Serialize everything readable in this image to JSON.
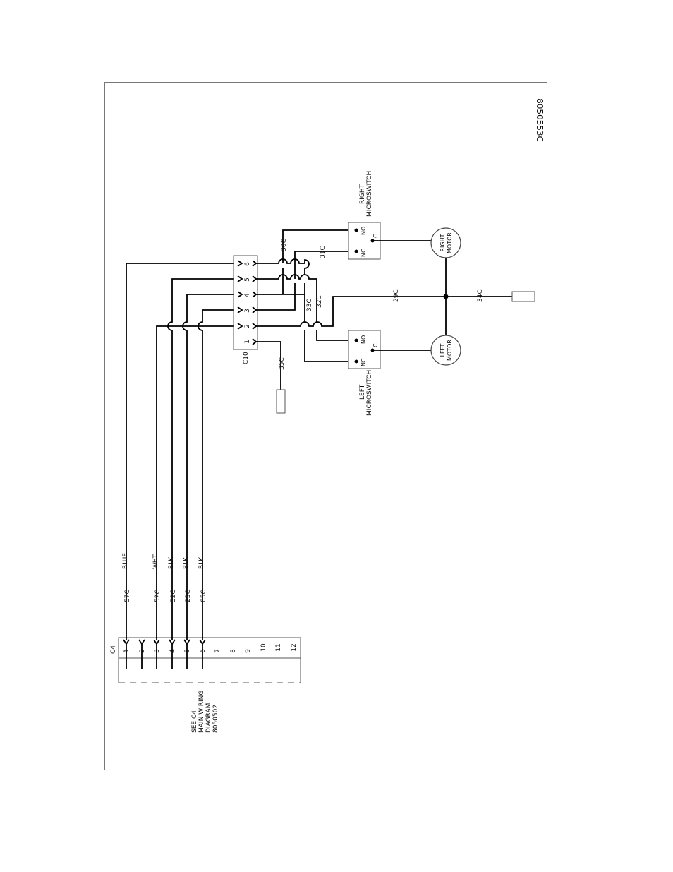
{
  "drawing_number": "8050553C",
  "connector_c4": {
    "label": "C4",
    "pins": [
      "1",
      "2",
      "3",
      "4",
      "5",
      "6",
      "7",
      "8",
      "9",
      "10",
      "11",
      "12"
    ]
  },
  "connector_c10": {
    "label": "C10",
    "pins": [
      "1",
      "2",
      "3",
      "4",
      "5",
      "6"
    ]
  },
  "see_note": [
    "SEE C4",
    "MAIN WIRING",
    "DIAGRAM",
    "8050502"
  ],
  "wires": [
    {
      "number": "57C",
      "color": "BLUE"
    },
    {
      "number": "52C",
      "color": "WHT"
    },
    {
      "number": "32C",
      "color": "BLK"
    },
    {
      "number": "23C",
      "color": "BLK"
    },
    {
      "number": "85C",
      "color": "BLK"
    }
  ],
  "wire_labels": {
    "w30c": "30C",
    "w31c": "31C",
    "w33c": "33C",
    "w32c": "32C",
    "w29c": "29C",
    "w34c": "34C",
    "w35c": "35C"
  },
  "right_microswitch": {
    "label": [
      "RIGHT",
      "MICROSWITCH"
    ],
    "no": "NO",
    "nc": "NC",
    "c": "C"
  },
  "left_microswitch": {
    "label": [
      "LEFT",
      "MICROSWITCH"
    ],
    "no": "NO",
    "nc": "NC",
    "c": "C"
  },
  "right_motor": [
    "RIGHT",
    "MOTOR"
  ],
  "left_motor": [
    "LEFT",
    "MOTOR"
  ]
}
